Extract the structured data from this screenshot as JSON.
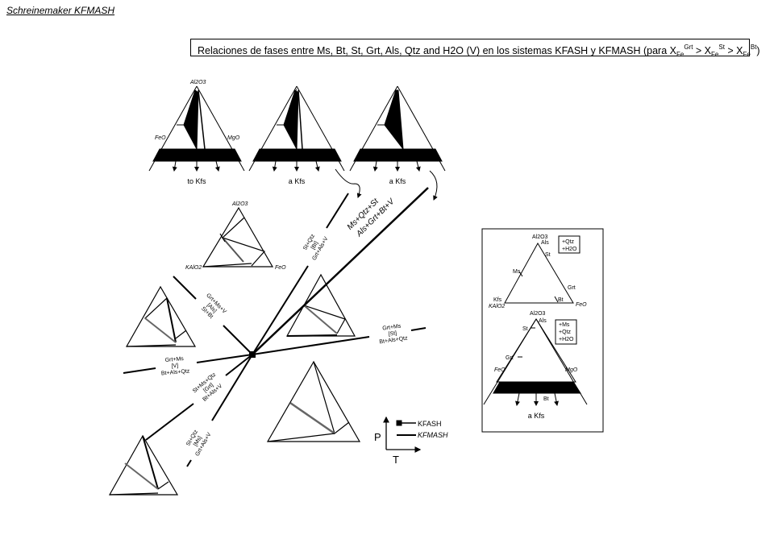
{
  "title": "Schreinemaker KFMASH",
  "caption": {
    "text": "Relaciones de fases entre Ms, Bt, St, Grt, Als, Qtz and  H2O (V) en los sistemas KFASH y KFMASH (para X",
    "fe": "Fe",
    "grt": "Grt",
    "gt1": " > X",
    "st": "St",
    "gt2": " > X",
    "bt": "Bt",
    "end": ")"
  },
  "top_triangles": [
    {
      "apex": "Al2O3",
      "left": "FeO",
      "right": "MgO",
      "arrow_label": "to Kfs"
    },
    {
      "arrow_label": "a Kfs"
    },
    {
      "arrow_label": "a Kfs"
    }
  ],
  "small_triangle": {
    "apex": "Al2O3",
    "left": "KAlO2",
    "right": "FeO"
  },
  "reactions": {
    "kfash": {
      "top": "Ms+Qtz+St",
      "bottom": "Als+Grt+Bt+V"
    },
    "bt": {
      "r1": "St+Qtz",
      "r2": "[Bt]",
      "r3": "Grt+Als+V"
    },
    "als": {
      "r1": "Grt+Ms+V",
      "r2": "[Als]",
      "r3": "St+Bt"
    },
    "st": {
      "r1": "Grt+Ms",
      "r2": "[St]",
      "r3": "Bt+Als+Qtz"
    },
    "v": {
      "r1": "Grt+Ms",
      "r2": "[V]",
      "r3": "Bt+Als+Qtz"
    },
    "chl": {
      "r1": "St+Ms+Qtz",
      "r2": "[Grt]",
      "r3": "Bt+Als+V"
    },
    "ms": {
      "r1": "St+Qtz",
      "r2": "[Ms]",
      "r3": "Grt+Als+V"
    }
  },
  "legend": {
    "kfash": "KFASH",
    "kfmash": "KFMASH",
    "p_axis": "P",
    "t_axis": "T"
  },
  "inset": {
    "top": {
      "apex": "Al2O3",
      "als": "Als",
      "st": "St",
      "ms": "Ms",
      "grt": "Grt",
      "kfs": "Kfs",
      "left": "KAlO2",
      "bt": "Bt",
      "right": "FeO",
      "extra1": "+Qtz",
      "extra2": "+H2O"
    },
    "bottom": {
      "apex": "Al2O3",
      "als": "Als",
      "st": "St",
      "grt": "Grt",
      "left": "FeO",
      "right": "MgO",
      "bt": "Bt",
      "extra1": "+Ms",
      "extra2": "+Qtz",
      "extra3": "+H2O",
      "arrow_label": "a Kfs"
    }
  }
}
